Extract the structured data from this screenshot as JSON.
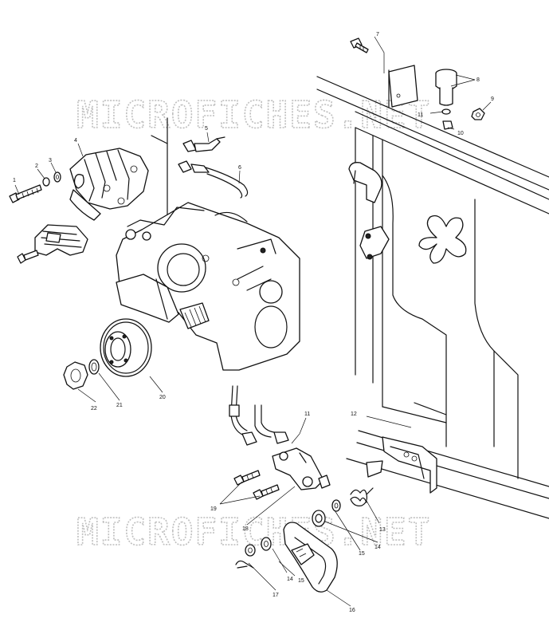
{
  "watermark": {
    "top": "MICROFICHES.NET",
    "bottom": "MICROFICHES.NET"
  },
  "callouts": [
    "1",
    "2",
    "3",
    "4",
    "5",
    "6",
    "7",
    "8",
    "9",
    "10",
    "11",
    "11",
    "12",
    "13",
    "14",
    "14",
    "15",
    "15",
    "16",
    "17",
    "18",
    "19",
    "20",
    "21",
    "22"
  ],
  "colors": {
    "ink": "#111111",
    "watermark": "#bfbfbf",
    "background": "#ffffff"
  }
}
